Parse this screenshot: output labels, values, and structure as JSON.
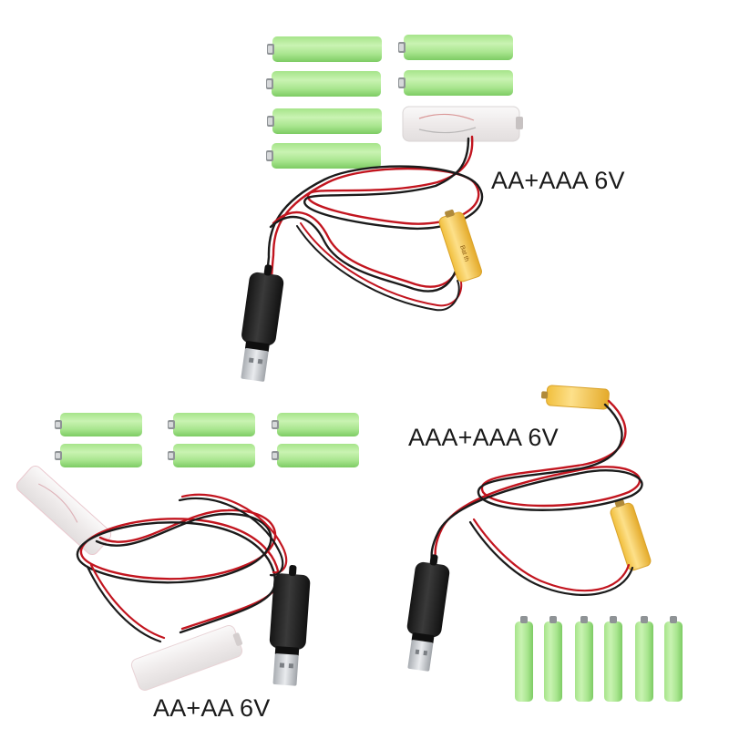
{
  "labels": {
    "aa_aaa": "AA+AAA 6V",
    "aaa_aaa": "AAA+AAA 6V",
    "aa_aa": "AA+AA 6V"
  },
  "colors": {
    "battery_green": "#b4ea96",
    "battery_shade": "#7fcf68",
    "dummy_yellow": "#f6cf5a",
    "dummy_clear": "#f3f1f1",
    "wire_red": "#c2151f",
    "wire_black": "#1b1b1b",
    "usb_body": "#1f1f1f",
    "usb_plug": "#cfd2d6"
  },
  "icons": [
    "green-battery-icon",
    "yellow-dummy-battery-icon",
    "clear-dummy-battery-icon",
    "usb-adapter-icon"
  ]
}
